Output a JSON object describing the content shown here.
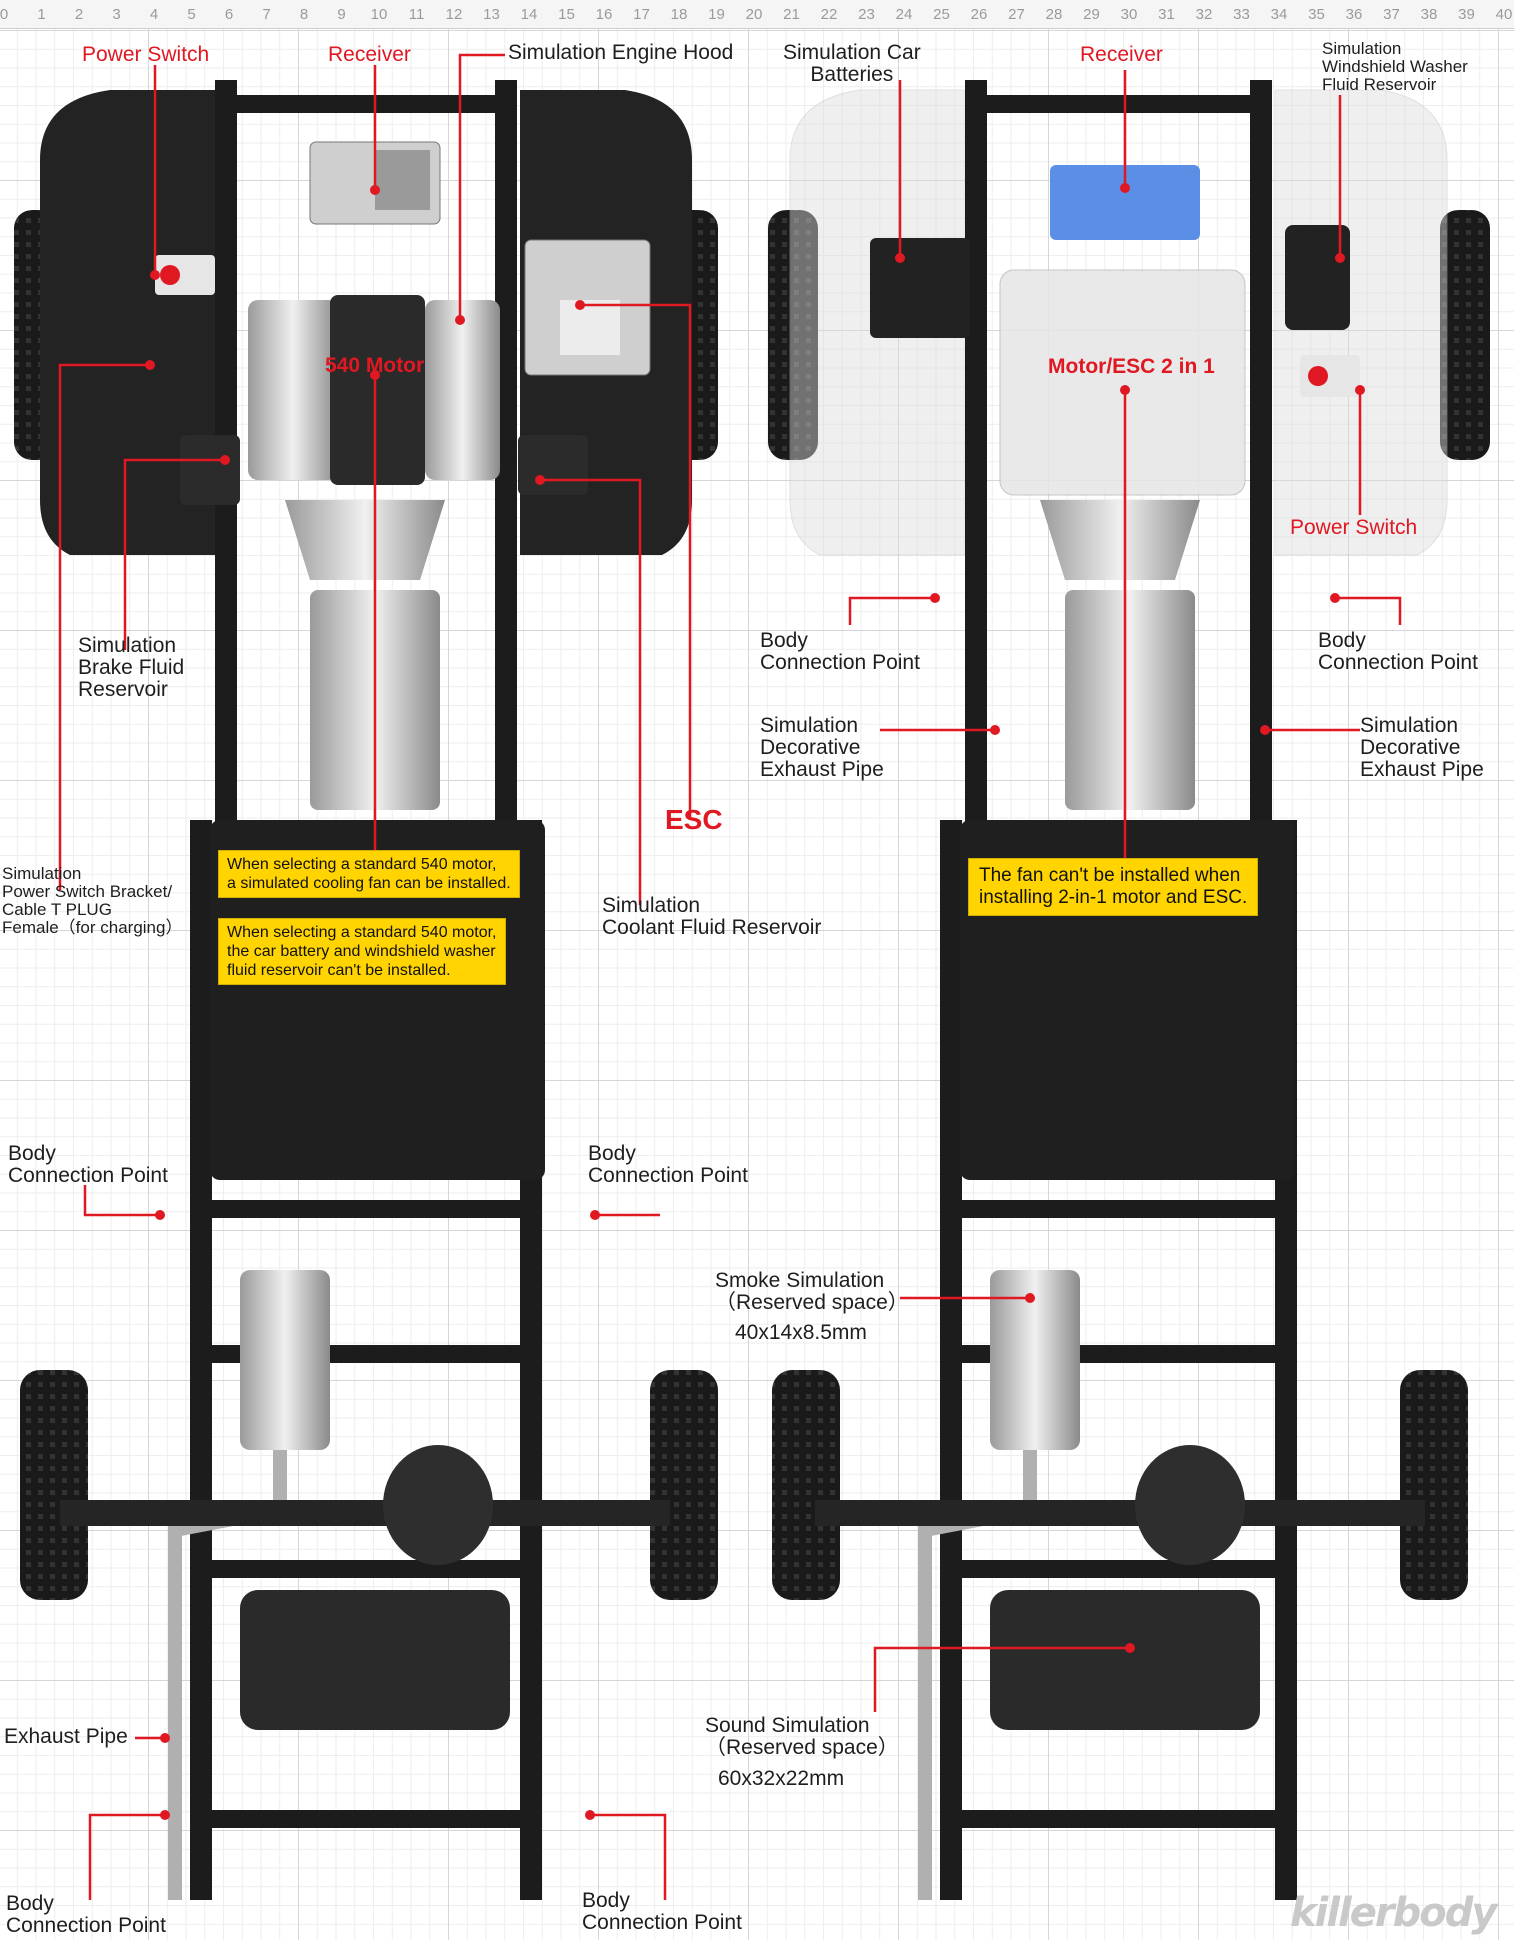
{
  "ruler": [
    "0",
    "1",
    "2",
    "3",
    "4",
    "5",
    "6",
    "7",
    "8",
    "9",
    "10",
    "11",
    "12",
    "13",
    "14",
    "15",
    "16",
    "17",
    "18",
    "19",
    "20",
    "21",
    "22",
    "23",
    "24",
    "25",
    "26",
    "27",
    "28",
    "29",
    "30",
    "31",
    "32",
    "33",
    "34",
    "35",
    "36",
    "37",
    "38",
    "39",
    "40"
  ],
  "left": {
    "power_switch": "Power Switch",
    "receiver": "Receiver",
    "engine_hood": "Simulation Engine Hood",
    "motor": "540 Motor",
    "esc": "ESC",
    "brake_fluid": "Simulation\nBrake Fluid\nReservoir",
    "power_bracket": "Simulation\nPower Switch Bracket/\nCable T PLUG\nFemale（for charging）",
    "coolant": "Simulation\nCoolant Fluid Reservoir",
    "note_fan": "When selecting a standard 540 motor,\na simulated cooling fan can be installed.",
    "note_battery": "When selecting a standard 540 motor,\nthe car battery and windshield washer\nfluid reservoir can't be installed.",
    "body_point_mid_left": "Body\nConnection Point",
    "body_point_mid_right": "Body\nConnection Point",
    "exhaust_pipe": "Exhaust Pipe",
    "body_point_bottom_left": "Body\nConnection Point",
    "body_point_bottom_right": "Body\nConnection Point"
  },
  "right": {
    "car_batteries": "Simulation Car\nBatteries",
    "receiver": "Receiver",
    "washer": "Simulation\nWindshield Washer\nFluid Reservoir",
    "motor_esc": "Motor/ESC 2 in 1",
    "power_switch": "Power Switch",
    "body_point_left": "Body\nConnection Point",
    "body_point_right": "Body\nConnection Point",
    "exhaust_left": "Simulation\nDecorative\nExhaust Pipe",
    "exhaust_right": "Simulation\nDecorative\nExhaust Pipe",
    "note_fan": "The fan can't be installed when\ninstalling 2-in-1 motor and ESC.",
    "smoke": "Smoke Simulation\n（Reserved space）",
    "smoke_size": "40x14x8.5mm",
    "sound": "Sound Simulation\n（Reserved space）",
    "sound_size": "60x32x22mm"
  },
  "brand": "killerbody",
  "colors": {
    "accent_red": "#e01822",
    "note_yellow": "#ffd400",
    "frame": "#1c1c1c",
    "receiver_blue": "#5b8fe6"
  }
}
